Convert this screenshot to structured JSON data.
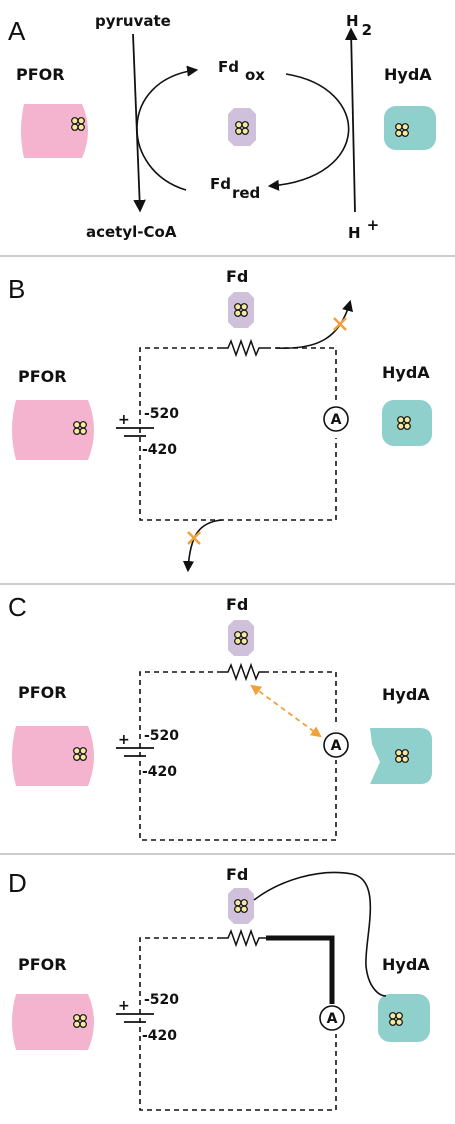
{
  "colors": {
    "pfor": "#f4b3cf",
    "hyda": "#8fcfcc",
    "fd": "#cfc0dc",
    "cluster": "#f5e8a0",
    "accent_orange": "#f0a13c",
    "ink": "#111111"
  },
  "panels": {
    "a": {
      "letter": "A",
      "pfor": "PFOR",
      "hyda": "HydA",
      "pyruvate": "pyruvate",
      "acetyl_coa": "acetyl-CoA",
      "h2_main": "H",
      "h2_sub": "2",
      "hplus_main": "H",
      "hplus_sup": "+",
      "fd_ox_main": "Fd",
      "fd_ox_sub": "ox",
      "fd_red_main": "Fd",
      "fd_red_sub": "red"
    },
    "b": {
      "letter": "B",
      "fd": "Fd",
      "pfor": "PFOR",
      "hyda": "HydA",
      "ammeter": "A",
      "plus": "+",
      "v_top": "-520",
      "v_bottom": "-420"
    },
    "c": {
      "letter": "C",
      "fd": "Fd",
      "pfor": "PFOR",
      "hyda": "HydA",
      "ammeter": "A",
      "plus": "+",
      "v_top": "-520",
      "v_bottom": "-420"
    },
    "d": {
      "letter": "D",
      "fd": "Fd",
      "pfor": "PFOR",
      "hyda": "HydA",
      "ammeter": "A",
      "plus": "+",
      "v_top": "-520",
      "v_bottom": "-420"
    }
  }
}
